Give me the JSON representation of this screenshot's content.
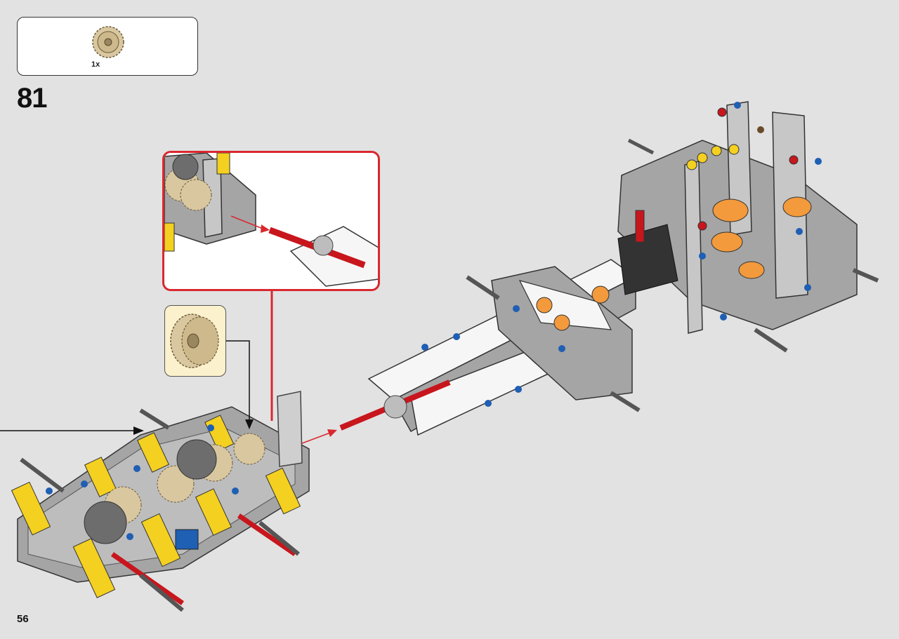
{
  "parts_list": {
    "items": [
      {
        "part_icon": "tan-gear-icon",
        "quantity": "1x"
      }
    ]
  },
  "step": {
    "number": "81"
  },
  "page": {
    "number": "56"
  },
  "callout": {
    "icon": "axle-insertion-detail"
  },
  "sub_assembly": {
    "icon": "tan-gear-icon"
  },
  "colors": {
    "background": "#e2e2e2",
    "callout_border": "#d9282f",
    "sub_assembly_bg": "#fbf1cc",
    "arrow_red": "#d9282f",
    "axle_red": "#c8161d",
    "beam_gray": "#a5a5a5",
    "yellow": "#f4d020",
    "orange": "#f39a3c",
    "blue": "#1f5fb4",
    "tan": "#d9c7a0"
  }
}
